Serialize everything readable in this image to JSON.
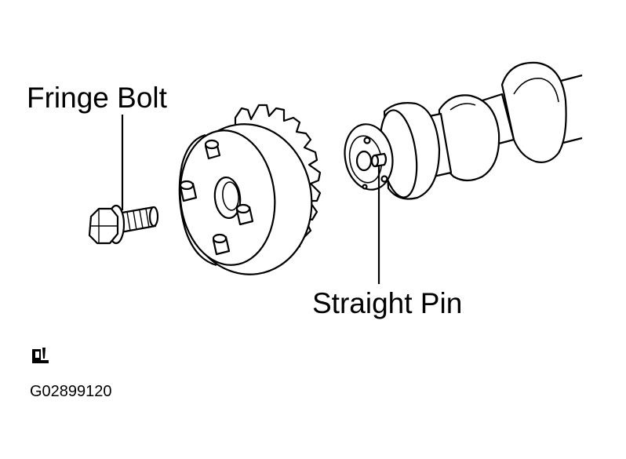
{
  "callouts": {
    "fringe_bolt": "Fringe Bolt",
    "straight_pin": "Straight Pin"
  },
  "figure_code": "G02899120",
  "legend_icon": "oil-can-icon",
  "colors": {
    "ink": "#000000",
    "paper": "#ffffff"
  }
}
